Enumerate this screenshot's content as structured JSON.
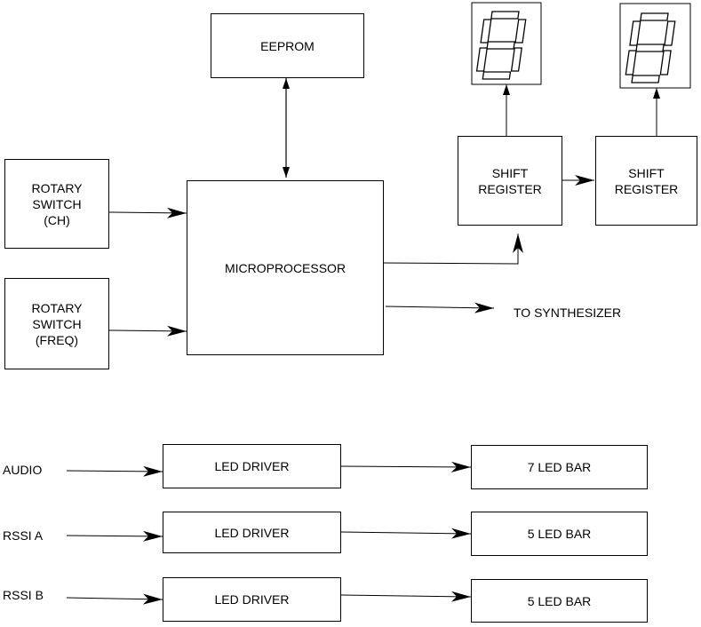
{
  "blocks": {
    "eeprom": "EEPROM",
    "rotary_ch": "ROTARY\nSWITCH\n(CH)",
    "rotary_freq": "ROTARY\nSWITCH\n(FREQ)",
    "microprocessor": "MICROPROCESSOR",
    "shift_register_1": "SHIFT\nREGISTER",
    "shift_register_2": "SHIFT\nREGISTER"
  },
  "labels": {
    "to_synthesizer": "TO SYNTHESIZER"
  },
  "led_rows": [
    {
      "input": "AUDIO",
      "driver": "LED DRIVER",
      "bar": "7 LED BAR"
    },
    {
      "input": "RSSI A",
      "driver": "LED DRIVER",
      "bar": "5 LED BAR"
    },
    {
      "input": "RSSI B",
      "driver": "LED DRIVER",
      "bar": "5 LED BAR"
    }
  ]
}
